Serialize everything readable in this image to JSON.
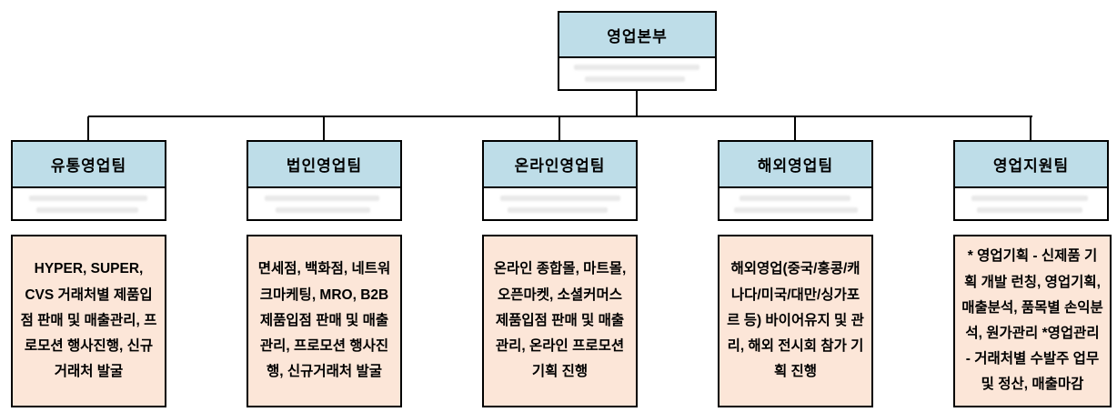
{
  "root": {
    "title": "영업본부"
  },
  "teams": [
    {
      "name": "유통영업팀",
      "description": "HYPER, SUPER, CVS 거래처별 제품입점 판매 및 매출관리, 프로모션 행사진행, 신규 거래처 발굴"
    },
    {
      "name": "법인영업팀",
      "description": "면세점, 백화점, 네트워크마케팅, MRO, B2B 제품입점 판매 및 매출관리, 프로모션 행사진행, 신규거래처 발굴"
    },
    {
      "name": "온라인영업팀",
      "description": "온라인 종합몰, 마트몰, 오픈마켓, 소셜커머스 제품입점 판매 및 매출관리, 온라인 프로모션 기획 진행"
    },
    {
      "name": "해외영업팀",
      "description": "해외영업(중국/홍콩/캐나다/미국/대만/싱가포르 등) 바이어유지 및 관리, 해외 전시회 참가 기획 진행"
    },
    {
      "name": "영업지원팀",
      "description": "* 영업기획 - 신제품 기획 개발 런칭, 영업기획, 매출분석, 품목별 손익분석, 원가관리 *영업관리 - 거래처별 수발주 업무 및 정산, 매출마감"
    }
  ],
  "colors": {
    "header_fill": "#bedde8",
    "description_fill": "#fce6d8",
    "border": "#000000",
    "background": "#ffffff"
  }
}
